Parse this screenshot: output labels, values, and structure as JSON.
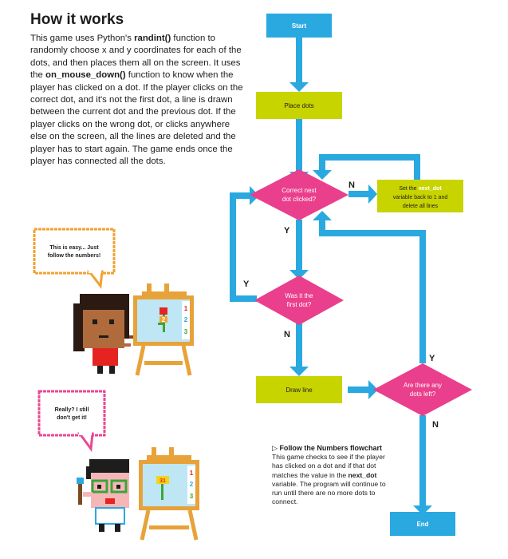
{
  "title": "How it works",
  "intro": [
    {
      "t": "This game uses Python's "
    },
    {
      "t": "randint()",
      "b": true
    },
    {
      "t": " function to randomly choose x and y coordinates for each of the dots, and then places them all on the screen. It uses the "
    },
    {
      "t": "on_mouse_down()",
      "b": true
    },
    {
      "t": " function to know when the player has clicked on a dot. If the player clicks on the correct dot, and it's not the first dot, a line is drawn between the current dot and the previous dot. If the player clicks on the wrong dot, or clicks anywhere else on the screen, all the lines are deleted and the player has to start again. The game ends once the player has connected all the dots."
    }
  ],
  "flowchart": {
    "start": "Start",
    "place_dots": "Place dots",
    "correct_dot": [
      "Correct next",
      "dot clicked?"
    ],
    "reset": {
      "line1a": "Set the ",
      "line1b": "next_dot",
      "line2": "variable back to 1 and",
      "line3": "delete all lines"
    },
    "first_dot": [
      "Was it the",
      "first dot?"
    ],
    "draw_line": "Draw line",
    "dots_left": [
      "Are there any",
      "dots left?"
    ],
    "end": "End",
    "labels": {
      "n1": "N",
      "y1": "Y",
      "y2": "Y",
      "n2": "N",
      "y3": "Y",
      "n3": "N"
    }
  },
  "bubbles": {
    "top": [
      "This is easy... Just",
      "follow the numbers!"
    ],
    "bottom": [
      "Really? I still",
      "don't get it!"
    ]
  },
  "canvas_numbers": {
    "top": {
      "digit": "2",
      "strip": [
        "1",
        "2",
        "3"
      ]
    },
    "bottom": {
      "digit": "31",
      "strip": [
        "1",
        "2",
        "3"
      ]
    }
  },
  "caption": {
    "heading": "Follow the Numbers flowchart",
    "body_a": "This game checks to see if the player has clicked on a dot and if that dot matches the value in the ",
    "body_code": "next_dot",
    "body_b": " variable. The program will continue to run until there are no more dots to connect."
  },
  "colors": {
    "arrow": "#29a9e0",
    "box_blue": "#29a9e0",
    "box_green": "#c8d400",
    "diamond": "#ea3f8c",
    "bubble_top": "#f2a233",
    "bubble_bottom": "#e74a94"
  }
}
